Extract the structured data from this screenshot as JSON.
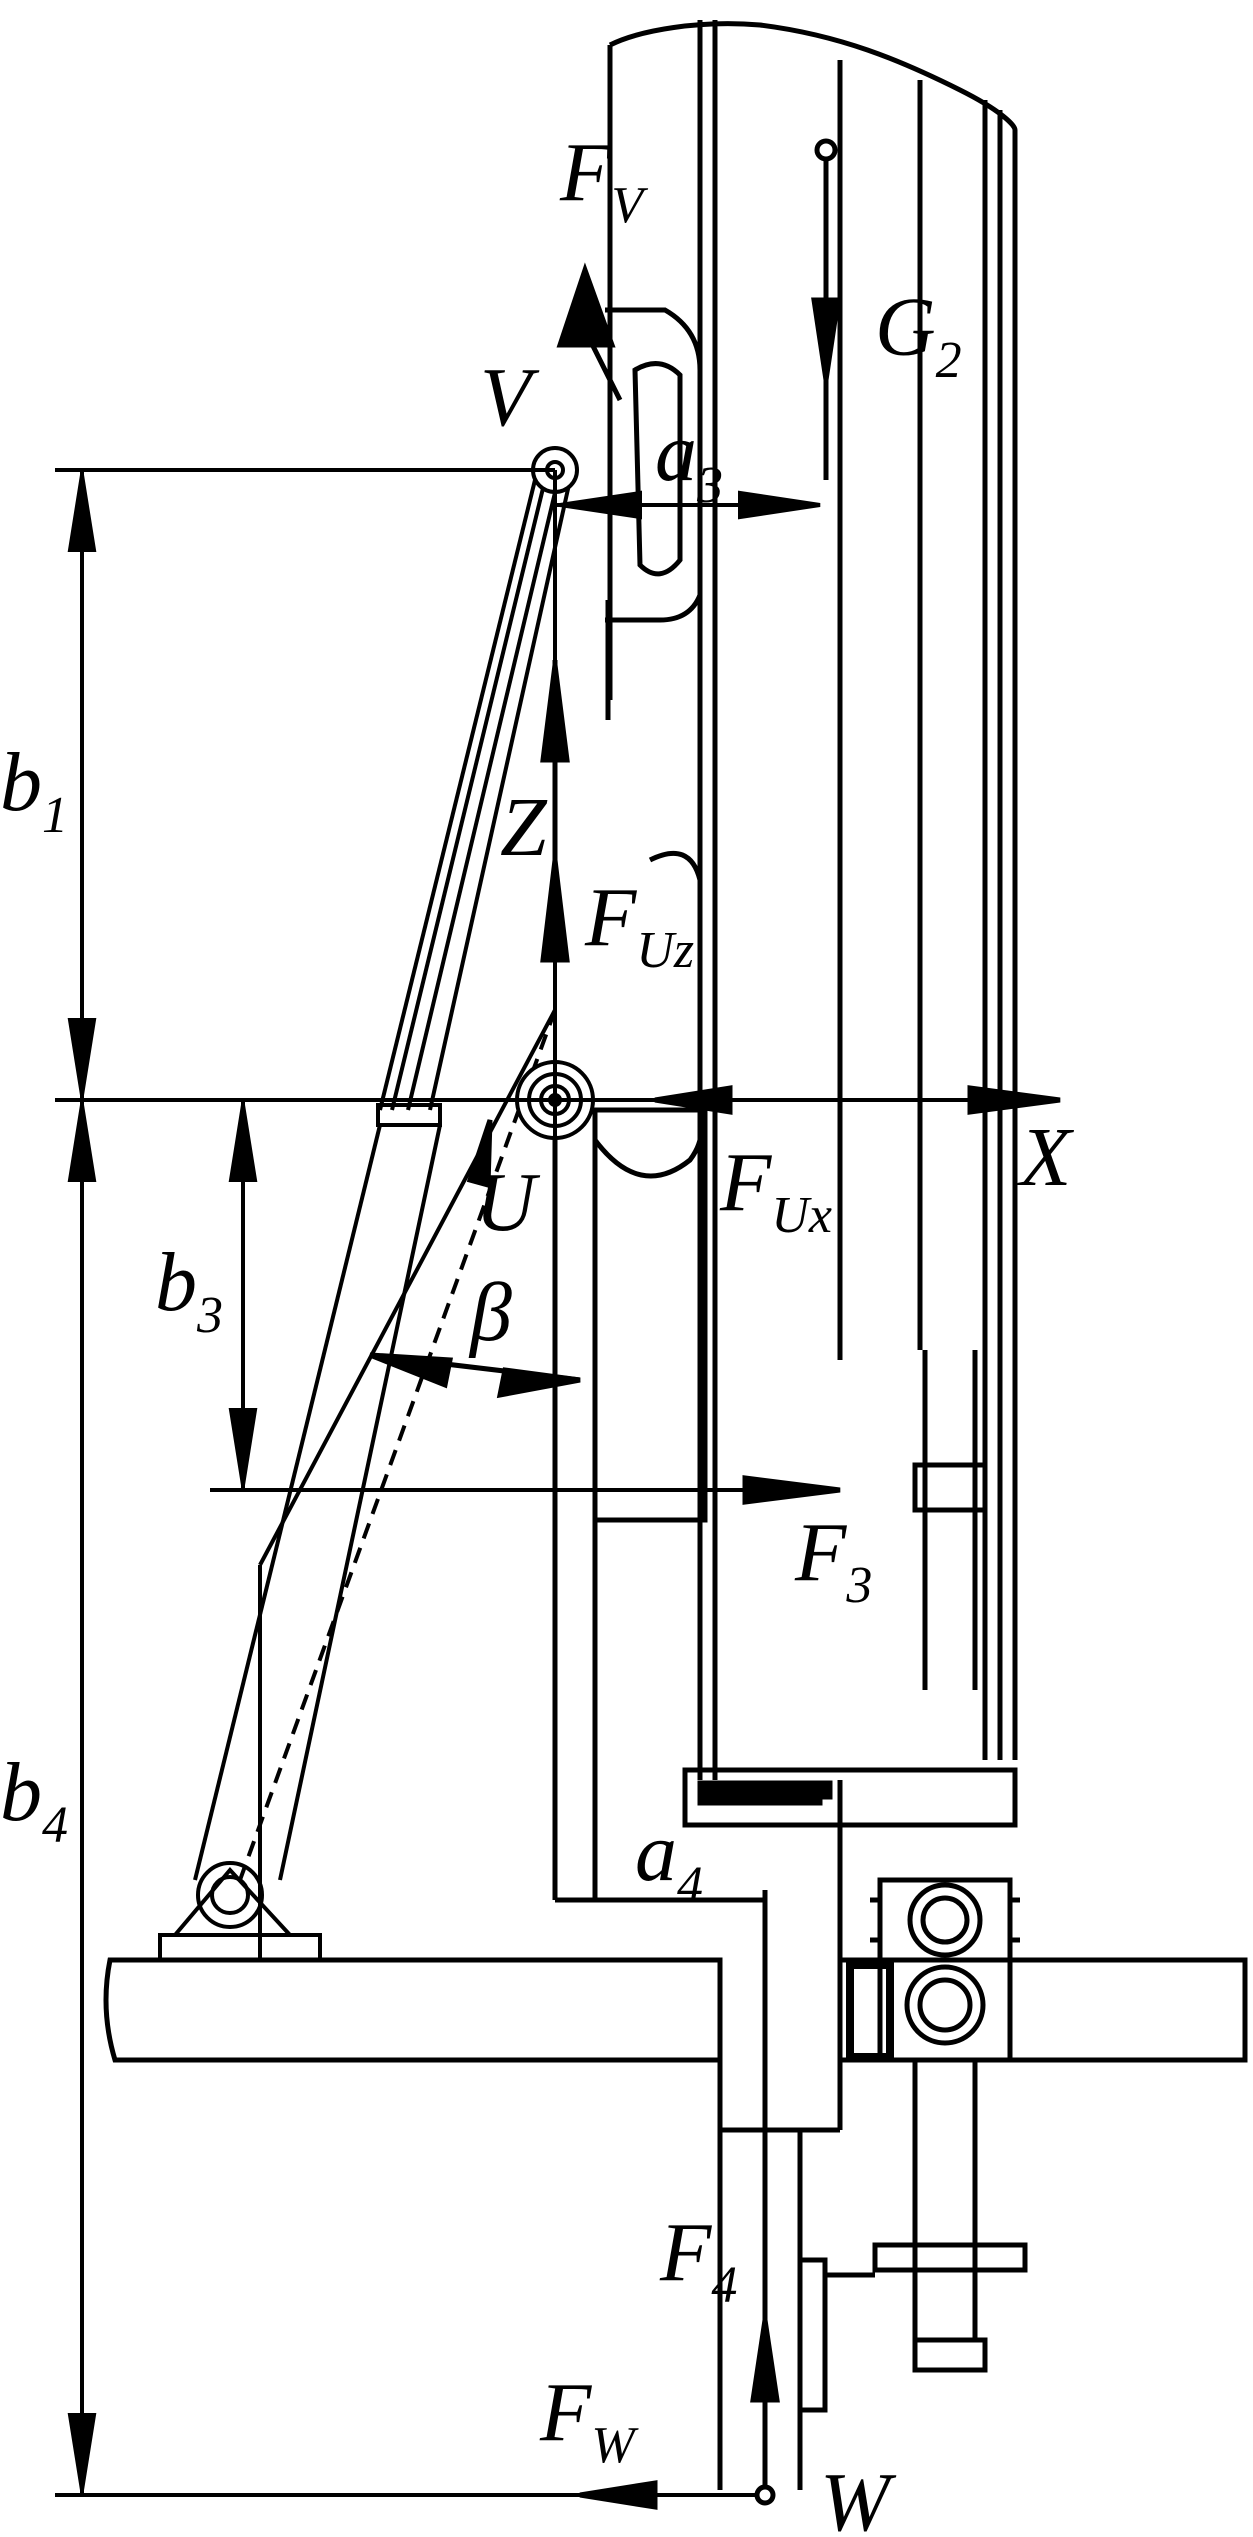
{
  "labels": {
    "fv": {
      "main": "F",
      "sub": "V"
    },
    "g2": {
      "main": "G",
      "sub": "2"
    },
    "v": {
      "main": "V"
    },
    "a3": {
      "main": "a",
      "sub": "3"
    },
    "b1": {
      "main": "b",
      "sub": "1"
    },
    "z": {
      "main": "Z"
    },
    "fuz": {
      "main": "F",
      "sub": "Uz"
    },
    "fux": {
      "main": "F",
      "sub": "Ux"
    },
    "x": {
      "main": "X"
    },
    "u": {
      "main": "U"
    },
    "b3": {
      "main": "b",
      "sub": "3"
    },
    "beta": {
      "main": "β"
    },
    "f3": {
      "main": "F",
      "sub": "3"
    },
    "b4": {
      "main": "b",
      "sub": "4"
    },
    "a4": {
      "main": "a",
      "sub": "4"
    },
    "f4": {
      "main": "F",
      "sub": "4"
    },
    "fw": {
      "main": "F",
      "sub": "W"
    },
    "w": {
      "main": "W"
    }
  },
  "colors": {
    "ink": "#000000",
    "paper": "#ffffff"
  }
}
